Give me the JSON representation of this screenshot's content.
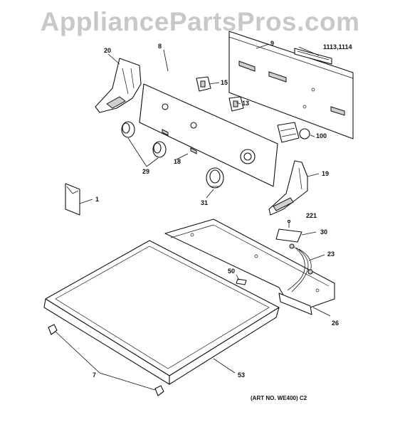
{
  "watermark": "AppliancePartsPros.com",
  "art_number": "(ART NO. WE400) C2",
  "callouts": {
    "c20": "20",
    "c8": "8",
    "c9": "9",
    "c1113": "1113,1114",
    "c15": "15",
    "c13": "13",
    "c100": "100",
    "c29": "29",
    "c18": "18",
    "c31": "31",
    "c19": "19",
    "c1": "1",
    "c221": "221",
    "c30": "30",
    "c23": "23",
    "c50": "50",
    "c26": "26",
    "c7": "7",
    "c53": "53"
  }
}
